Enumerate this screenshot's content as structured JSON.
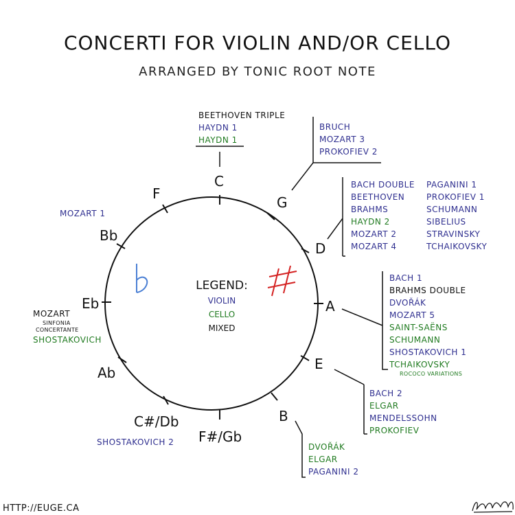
{
  "title": "CONCERTI FOR VIOLIN AND/OR CELLO",
  "subtitle": "ARRANGED BY TONIC ROOT NOTE",
  "notes": {
    "C": "C",
    "G": "G",
    "D": "D",
    "A": "A",
    "E": "E",
    "B": "B",
    "Fs_Gb": "F#/Gb",
    "Cs_Db": "C#/Db",
    "Ab": "Ab",
    "Eb": "Eb",
    "Bb": "Bb",
    "F": "F"
  },
  "legend": {
    "heading": "LEGEND:",
    "violin": "VIOLIN",
    "cello": "CELLO",
    "mixed": "MIXED"
  },
  "symbols": {
    "flat": "♭",
    "sharp": "#"
  },
  "colors": {
    "violin": "#2e2e8f",
    "cello": "#1f7a1f",
    "mixed": "#111111",
    "flat_symbol": "#4a7fd4",
    "sharp_symbol": "#d42020"
  },
  "groups": {
    "C": [
      "BEETHOVEN TRIPLE",
      "HAYDN 1",
      "HAYDN 1"
    ],
    "G": [
      "BRUCH",
      "MOZART 3",
      "PROKOFIEV 2"
    ],
    "D_col1": [
      "BACH DOUBLE",
      "BEETHOVEN",
      "BRAHMS",
      "HAYDN 2",
      "MOZART 2",
      "MOZART 4"
    ],
    "D_col2": [
      "PAGANINI 1",
      "PROKOFIEV 1",
      "SCHUMANN",
      "SIBELIUS",
      "STRAVINSKY",
      "TCHAIKOVSKY"
    ],
    "A": [
      "BACH 1",
      "BRAHMS DOUBLE",
      "DVOŘÁK",
      "MOZART 5",
      "SAINT-SAËNS",
      "SCHUMANN",
      "SHOSTAKOVICH 1",
      "TCHAIKOVSKY"
    ],
    "A_note": "ROCOCO VARIATIONS",
    "E": [
      "BACH 2",
      "ELGAR",
      "MENDELSSOHN",
      "PROKOFIEV"
    ],
    "B": [
      "DVOŘÁK",
      "ELGAR",
      "PAGANINI 2"
    ],
    "Cs_Db": [
      "SHOSTAKOVICH 2"
    ],
    "Eb": [
      "MOZART",
      "SHOSTAKOVICH"
    ],
    "Eb_note": [
      "SINFONIA",
      "CONCERTANTE"
    ],
    "Bb": [
      "MOZART 1"
    ]
  },
  "url": "HTTP://EUGE.CA",
  "signature": "EugeneOhm"
}
